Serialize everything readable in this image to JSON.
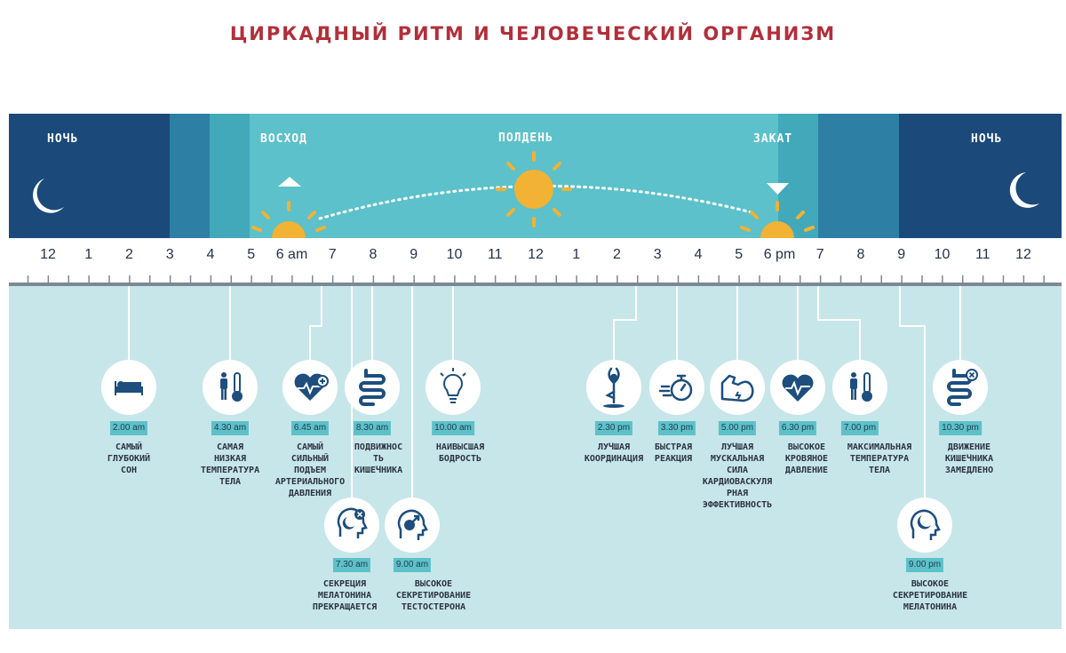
{
  "title": "ЦИРКАДНЫЙ РИТМ И ЧЕЛОВЕЧЕСКИЙ ОРГАНИЗМ",
  "sky_labels": {
    "night_left": "НОЧЬ",
    "sunrise": "ВОСХОД",
    "noon": "ПОЛДЕНЬ",
    "sunset": "ЗАКАТ",
    "night_right": "НОЧЬ"
  },
  "hour_labels": [
    "12",
    "1",
    "2",
    "3",
    "4",
    "5",
    "6 am",
    "7",
    "8",
    "9",
    "10",
    "11",
    "12",
    "1",
    "2",
    "3",
    "4",
    "5",
    "6 pm",
    "7",
    "8",
    "9",
    "10",
    "11",
    "12"
  ],
  "colors": {
    "night": "#1b4a7a",
    "dusk": "#2e7fa4",
    "twilight": "#42a9bb",
    "day": "#5cc1ca",
    "sun": "#f2b233",
    "lower_bg": "#c7e6e9",
    "badge": "#5ec1c9",
    "icon_stroke": "#1d4e7e",
    "title": "#b12f3a"
  },
  "events": [
    {
      "time": "2.00 am",
      "label": "САМЫЙ\nГЛУБОКИЙ\nСОН",
      "icon": "bed-icon"
    },
    {
      "time": "4.30 am",
      "label": "САМАЯ\nНИЗКАЯ\nТЕМПЕРАТУРА\nТЕЛА",
      "icon": "person-thermometer-icon"
    },
    {
      "time": "6.45 am",
      "label": "САМЫЙ\nСИЛЬНЫЙ\nПОДЪЕМ\nАРТЕРИАЛЬНОГО\nДАВЛЕНИЯ",
      "icon": "heart-plus-icon"
    },
    {
      "time": "8.30 am",
      "label": "ПОДВИЖНОС\nТЬ\nКИШЕЧНИКА",
      "icon": "intestine-icon"
    },
    {
      "time": "10.00 am",
      "label": "НАИВЫСШАЯ\nБОДРОСТЬ",
      "icon": "lightbulb-icon"
    },
    {
      "time": "7.30 am",
      "label": "СЕКРЕЦИЯ\nМЕЛАТОНИНА\nПРЕКРАЩАЕТСЯ",
      "icon": "head-moon-x-icon"
    },
    {
      "time": "9.00 am",
      "label": "ВЫСОКОЕ\nСЕКРЕТИРОВАНИЕ\nТЕСТОСТЕРОНА",
      "icon": "head-male-icon"
    },
    {
      "time": "2.30 pm",
      "label": "ЛУЧШАЯ\nКООРДИНАЦИЯ",
      "icon": "yoga-pose-icon"
    },
    {
      "time": "3.30 pm",
      "label": "БЫСТРАЯ\nРЕАКЦИЯ",
      "icon": "stopwatch-icon"
    },
    {
      "time": "5.00 pm",
      "label": "ЛУЧШАЯ\nМУСКАЛЬНАЯ\nСИЛА\nКАРДИОВАСКУЛЯ\nРНАЯ\nЭФФЕКТИВНОСТЬ",
      "icon": "muscle-arm-icon"
    },
    {
      "time": "6.30 pm",
      "label": "ВЫСОКОЕ\nКРОВЯНОЕ\nДАВЛЕНИЕ",
      "icon": "heart-pulse-icon"
    },
    {
      "time": "7.00 pm",
      "label": "МАКСИМАЛЬНАЯ\nТЕМПЕРАТУРА\nТЕЛА",
      "icon": "person-thermometer-icon"
    },
    {
      "time": "10.30 pm",
      "label": "ДВИЖЕНИЕ\nКИШЕЧНИКА\nЗАМЕДЛЕНО",
      "icon": "intestine-x-icon"
    },
    {
      "time": "9.00 pm",
      "label": "ВЫСОКОЕ\nСЕКРЕТИРОВАНИЕ\nМЕЛАТОНИНА",
      "icon": "head-moon-icon"
    }
  ]
}
